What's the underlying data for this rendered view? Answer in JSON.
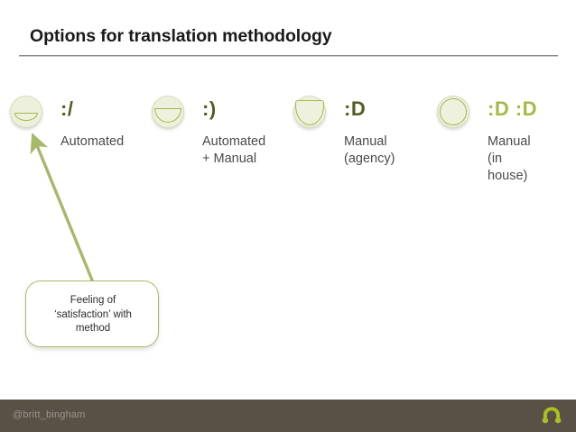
{
  "slide": {
    "title": "Options for translation methodology",
    "background_color": "#ffffff"
  },
  "columns": [
    {
      "icon_name": "smiley-disc-level-1",
      "fill_level": 1,
      "emote": ":/",
      "emote_color": "#565c23",
      "label": "Automated"
    },
    {
      "icon_name": "smiley-disc-level-2",
      "fill_level": 2,
      "emote": ":)",
      "emote_color": "#565c23",
      "label": "Automated\n+ Manual"
    },
    {
      "icon_name": "smiley-disc-level-3",
      "fill_level": 3,
      "emote": ":D",
      "emote_color": "#565c23",
      "label": "Manual\n(agency)"
    },
    {
      "icon_name": "smiley-disc-level-4",
      "fill_level": 4,
      "emote": ":D :D",
      "emote_color": "#a6b944",
      "label": "Manual\n(in house)"
    }
  ],
  "callout": {
    "text": "Feeling of\n‘satisfaction’ with\nmethod",
    "border_color": "#a9b96a"
  },
  "arrow": {
    "name": "satisfaction-arrow",
    "color": "#a8b86a"
  },
  "footer": {
    "handle": "@britt_bingham",
    "background_color": "#5a5146",
    "text_color": "#9b948b",
    "logo_name": "slideshare-arch-logo",
    "logo_color": "#a9c022"
  }
}
